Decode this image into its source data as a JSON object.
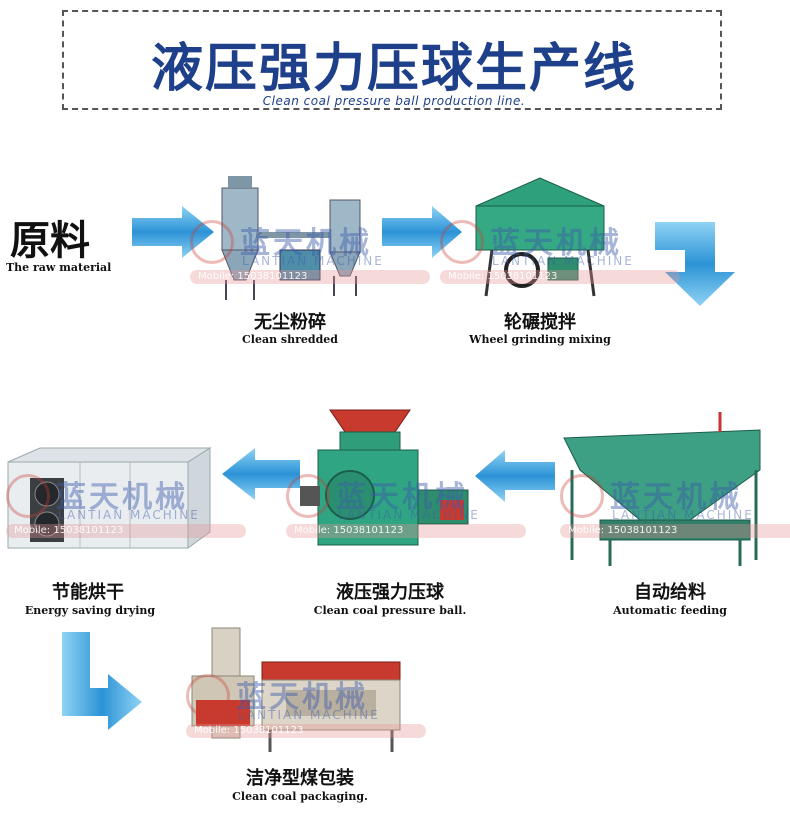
{
  "title": {
    "main": "液压强力压球生产线",
    "subtitle": "Clean coal pressure ball production line."
  },
  "steps": {
    "raw": {
      "zh": "原料",
      "en": "The raw material"
    },
    "shred": {
      "zh": "无尘粉碎",
      "en": "Clean shredded"
    },
    "mix": {
      "zh": "轮碾搅拌",
      "en": "Wheel grinding mixing"
    },
    "feed": {
      "zh": "自动给料",
      "en": "Automatic feeding"
    },
    "press": {
      "zh": "液压强力压球",
      "en": "Clean coal pressure ball."
    },
    "dry": {
      "zh": "节能烘干",
      "en": "Energy saving drying"
    },
    "pack": {
      "zh": "洁净型煤包装",
      "en": "Clean coal packaging."
    }
  },
  "watermark": {
    "brand": "蓝天机械",
    "brand_en": "LANTIAN MACHINE",
    "phone": "Mobile: 15038101123"
  },
  "colors": {
    "title": "#1e3f8a",
    "arrow": "#3aa2dc",
    "machine_green": "#2f9d7a",
    "machine_red": "#c8392e"
  }
}
